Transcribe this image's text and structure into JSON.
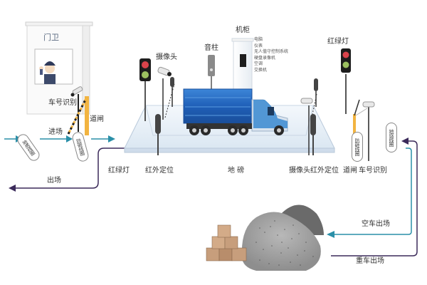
{
  "title": "无人值守地磅系统示意图",
  "colors": {
    "entry_arrow": "#2a8fa8",
    "exit_arrow": "#3b2a5a",
    "truck_box": "#2a6fc9",
    "platform": "#e4edf6",
    "barrier": "#f2b441",
    "light_red": "#d9434b",
    "light_green": "#9cc060",
    "pile_gray": "#9b9b9b"
  },
  "guard_booth": {
    "label": "门卫",
    "plate_recognition_label": "车号识别",
    "barrier_label": "道闸"
  },
  "top_labels": {
    "traffic_light_left": "红绿灯",
    "camera_left": "摄像头",
    "speaker": "音柱",
    "cabinet": "机柜",
    "traffic_light_right": "红绿灯"
  },
  "cabinet_items": [
    "电脑",
    "仪表",
    "无人值守控制系统",
    "硬盘录像机",
    "空调",
    "交换机"
  ],
  "bottom_labels": [
    "红绿灯",
    "红外定位",
    "地  磅",
    "摄像头",
    "红外定位",
    "道闸",
    "车号识别"
  ],
  "loops": {
    "ground_loop_left": "地感线圈",
    "anti_smash_left": "防砸线圈",
    "anti_smash_right": "防砸线圈",
    "ground_loop_right": "地感线圈"
  },
  "flow_labels": {
    "entry": "进场",
    "exit": "出场",
    "empty_exit": "空车出场",
    "loaded_exit": "重车出场"
  }
}
